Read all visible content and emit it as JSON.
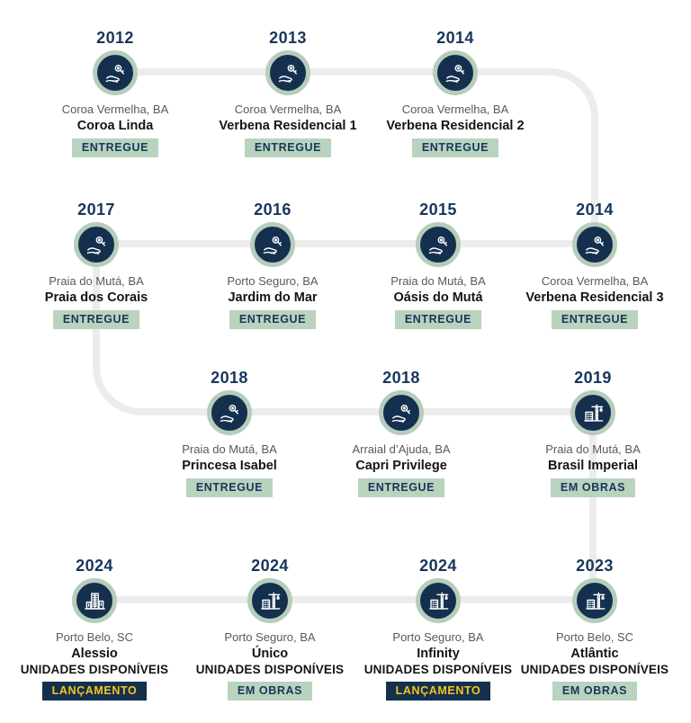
{
  "colors": {
    "navy": "#14304e",
    "year_text": "#17365c",
    "circle_ring_green": "#b7cdbc",
    "badge_green_bg": "#b9d3be",
    "badge_navy_text_gold": "#f3c51d",
    "location_gray": "#595959",
    "connector_gray": "#ececec"
  },
  "timeline": {
    "rows": [
      {
        "items": [
          {
            "year": "2012",
            "location": "Coroa Vermelha, BA",
            "name": "Coroa Linda",
            "status": "ENTREGUE",
            "status_variant": "green",
            "icon": "keys-in-hand"
          },
          {
            "year": "2013",
            "location": "Coroa Vermelha, BA",
            "name": "Verbena Residencial 1",
            "status": "ENTREGUE",
            "status_variant": "green",
            "icon": "keys-in-hand"
          },
          {
            "year": "2014",
            "location": "Coroa Vermelha, BA",
            "name": "Verbena Residencial 2",
            "status": "ENTREGUE",
            "status_variant": "green",
            "icon": "keys-in-hand"
          }
        ]
      },
      {
        "items": [
          {
            "year": "2017",
            "location": "Praia do Mutá, BA",
            "name": "Praia dos Corais",
            "status": "ENTREGUE",
            "status_variant": "green",
            "icon": "keys-in-hand"
          },
          {
            "year": "2016",
            "location": "Porto Seguro, BA",
            "name": "Jardim do Mar",
            "status": "ENTREGUE",
            "status_variant": "green",
            "icon": "keys-in-hand"
          },
          {
            "year": "2015",
            "location": "Praia do Mutá, BA",
            "name": "Oásis do Mutá",
            "status": "ENTREGUE",
            "status_variant": "green",
            "icon": "keys-in-hand"
          },
          {
            "year": "2014",
            "location": "Coroa Vermelha, BA",
            "name": "Verbena Residencial 3",
            "status": "ENTREGUE",
            "status_variant": "green",
            "icon": "keys-in-hand"
          }
        ]
      },
      {
        "items": [
          {
            "year": "2018",
            "location": "Praia do Mutá, BA",
            "name": "Princesa Isabel",
            "status": "ENTREGUE",
            "status_variant": "green",
            "icon": "keys-in-hand"
          },
          {
            "year": "2018",
            "location": "Arraial d’Ajuda, BA",
            "name": "Capri Privilege",
            "status": "ENTREGUE",
            "status_variant": "green",
            "icon": "keys-in-hand"
          },
          {
            "year": "2019",
            "location": "Praia do Mutá, BA",
            "name": "Brasil Imperial",
            "status": "EM OBRAS",
            "status_variant": "green",
            "icon": "crane-building"
          }
        ]
      },
      {
        "items": [
          {
            "year": "2024",
            "location": "Porto Belo, SC",
            "name": "Alessio",
            "availability": "UNIDADES DISPONÍVEIS",
            "status": "LANÇAMENTO",
            "status_variant": "navy",
            "icon": "building"
          },
          {
            "year": "2024",
            "location": "Porto Seguro, BA",
            "name": "Único",
            "availability": "UNIDADES DISPONÍVEIS",
            "status": "EM OBRAS",
            "status_variant": "green",
            "icon": "crane-building"
          },
          {
            "year": "2024",
            "location": "Porto Seguro, BA",
            "name": "Infinity",
            "availability": "UNIDADES DISPONÍVEIS",
            "status": "LANÇAMENTO",
            "status_variant": "navy",
            "icon": "crane-building"
          },
          {
            "year": "2023",
            "location": "Porto Belo, SC",
            "name": "Atlântic",
            "availability": "UNIDADES DISPONÍVEIS",
            "status": "EM OBRAS",
            "status_variant": "green",
            "icon": "crane-building"
          }
        ]
      }
    ]
  }
}
